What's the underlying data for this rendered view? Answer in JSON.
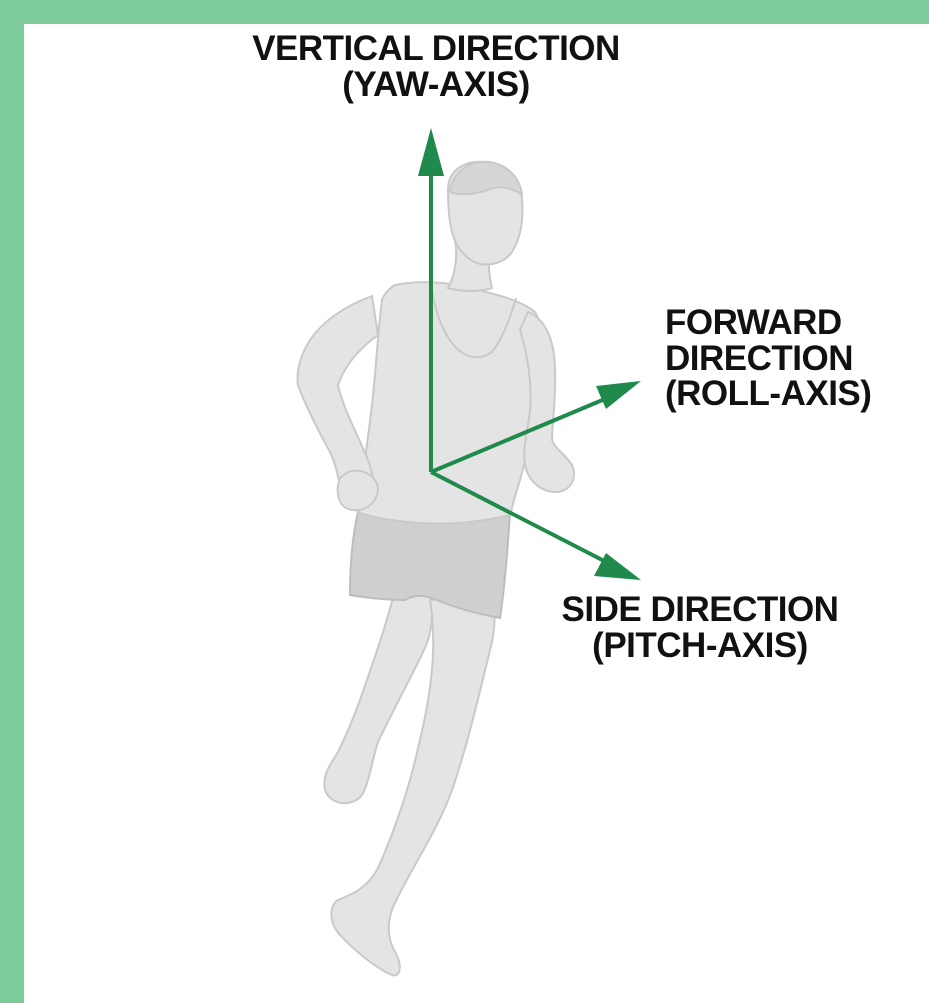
{
  "colors": {
    "border": "#7dcb99",
    "background": "#ffffff",
    "arrow": "#1f8a4c",
    "figure_fill": "#e4e4e4",
    "figure_shade": "#c9c9c9",
    "shorts": "#cfcfcf",
    "text": "#111111"
  },
  "figure": {
    "icon": "runner-figure"
  },
  "axes": {
    "vertical": {
      "line1": "VERTICAL DIRECTION",
      "line2": "(YAW-AXIS)"
    },
    "forward": {
      "line1": "FORWARD",
      "line2": "DIRECTION",
      "line3": "(ROLL-AXIS)"
    },
    "side": {
      "line1": "SIDE DIRECTION",
      "line2": "(PITCH-AXIS)"
    }
  }
}
